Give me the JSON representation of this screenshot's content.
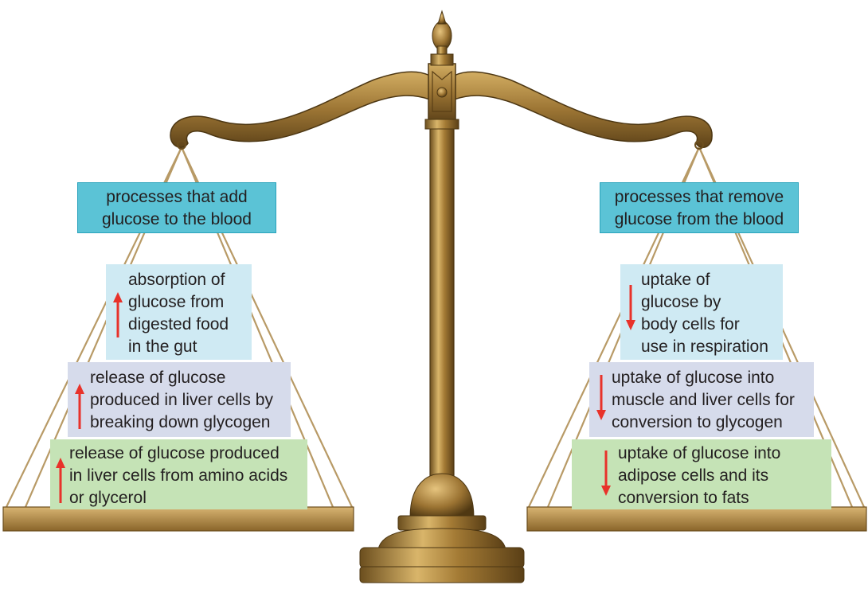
{
  "colors": {
    "header_fill": "#5bc3d6",
    "light_blue": "#cfeaf3",
    "lavender": "#d6dbeb",
    "green": "#c5e3b6",
    "arrow": "#e8322a",
    "bronze": "#a07a3c"
  },
  "left_pan": {
    "header": [
      "processes that add",
      "glucose to the blood"
    ],
    "items": [
      {
        "lines": [
          "absorption of",
          "glucose from",
          "digested food",
          "in the gut"
        ],
        "arrow": "up"
      },
      {
        "lines": [
          "release of glucose",
          "produced in liver cells by",
          "breaking down glycogen"
        ],
        "arrow": "up"
      },
      {
        "lines": [
          "release of glucose produced",
          "in liver cells from amino acids",
          "or glycerol"
        ],
        "arrow": "up"
      }
    ]
  },
  "right_pan": {
    "header": [
      "processes that remove",
      "glucose from the blood"
    ],
    "items": [
      {
        "lines": [
          "uptake of",
          "glucose by",
          "body cells for",
          "use in respiration"
        ],
        "arrow": "down"
      },
      {
        "lines": [
          "uptake of glucose into",
          "muscle and liver cells for",
          "conversion to glycogen"
        ],
        "arrow": "down"
      },
      {
        "lines": [
          "uptake of glucose into",
          "adipose cells and its",
          "conversion to fats"
        ],
        "arrow": "down"
      }
    ]
  }
}
